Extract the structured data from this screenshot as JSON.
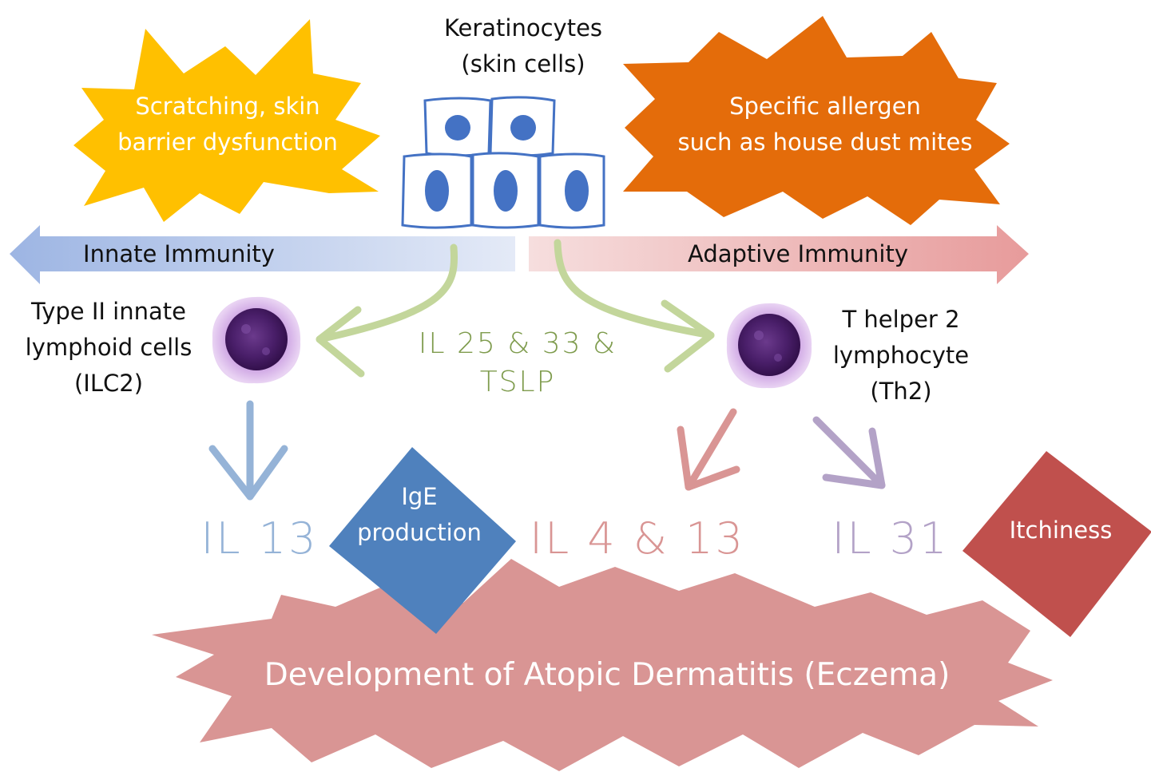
{
  "keratinocytes": {
    "line1": "Keratinocytes",
    "line2": "(skin cells)"
  },
  "triggers": {
    "innate": {
      "line1": "Scratching, skin",
      "line2": "barrier dysfunction",
      "color": "#FFC000"
    },
    "adaptive": {
      "line1": "Specific allergen",
      "line2": "such as house dust mites",
      "color": "#E46C0A"
    }
  },
  "immunity": {
    "innate_label": "Innate Immunity",
    "adaptive_label": "Adaptive Immunity"
  },
  "cytokine_signal": {
    "line1": "IL 25 & 33 &",
    "line2": "TSLP",
    "color": "#7F9C4E"
  },
  "ilc2": {
    "line1": "Type II innate",
    "line2": "lymphoid cells",
    "line3": "(ILC2)"
  },
  "th2": {
    "line1": "T helper 2",
    "line2": "lymphocyte",
    "line3": "(Th2)"
  },
  "outputs": {
    "il13": {
      "label": "IL 13",
      "color": "#95B3D7"
    },
    "il4_13": {
      "label": "IL 4 & 13",
      "color": "#D99594"
    },
    "il31": {
      "label": "IL 31",
      "color": "#B3A2C7"
    }
  },
  "effects": {
    "ige": {
      "line1": "IgE",
      "line2": "production",
      "color": "#4F81BD"
    },
    "itch": {
      "label": "Itchiness",
      "color": "#C0504D"
    }
  },
  "outcome": {
    "label": "Development of Atopic Dermatitis (Eczema)",
    "color": "#D99594"
  }
}
